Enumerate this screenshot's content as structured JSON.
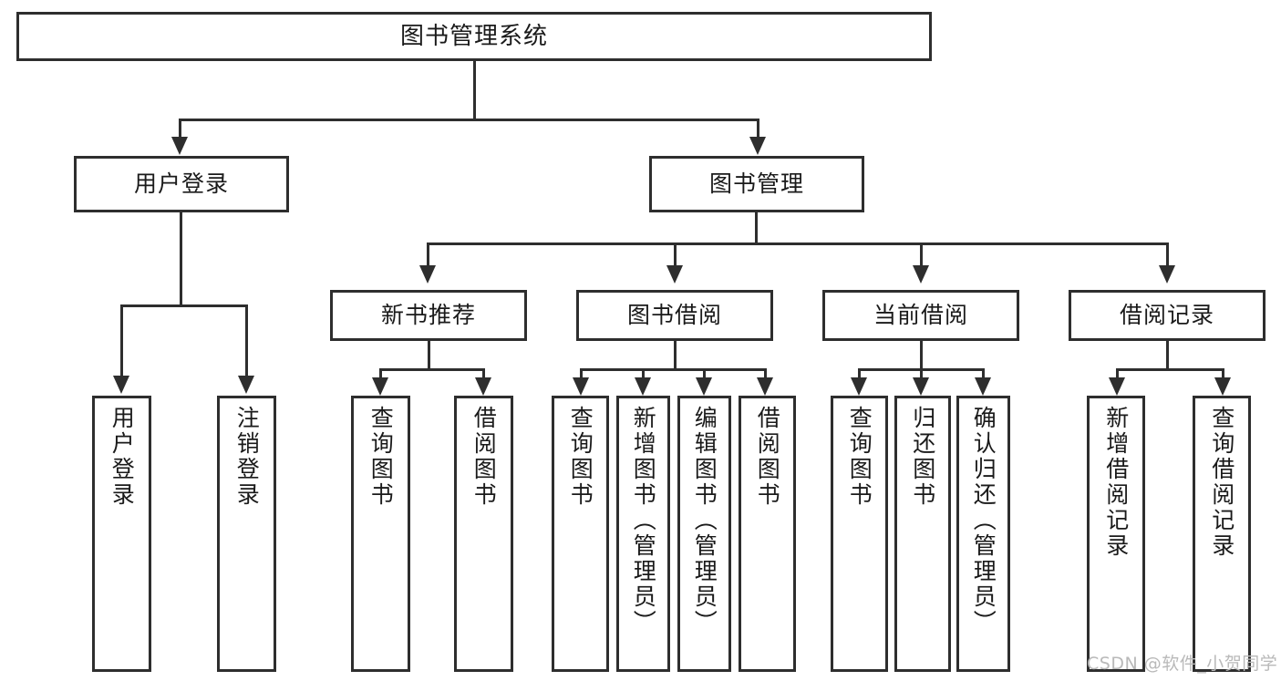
{
  "diagram": {
    "title": "图书管理系统",
    "type": "hierarchy-tree",
    "root": {
      "label": "图书管理系统"
    },
    "level2": [
      {
        "label": "用户登录"
      },
      {
        "label": "图书管理"
      }
    ],
    "level3": [
      {
        "label": "新书推荐"
      },
      {
        "label": "图书借阅"
      },
      {
        "label": "当前借阅"
      },
      {
        "label": "借阅记录"
      }
    ],
    "leaves": {
      "user_login": [
        {
          "label": "用户登录"
        },
        {
          "label": "注销登录"
        }
      ],
      "new_book_recommend": [
        {
          "label": "查询图书"
        },
        {
          "label": "借阅图书"
        }
      ],
      "book_borrow": [
        {
          "label": "查询图书"
        },
        {
          "label": "新增图书（管理员）"
        },
        {
          "label": "编辑图书（管理员）"
        },
        {
          "label": "借阅图书"
        }
      ],
      "current_borrow": [
        {
          "label": "查询图书"
        },
        {
          "label": "归还图书"
        },
        {
          "label": "确认归还（管理员）"
        }
      ],
      "borrow_record": [
        {
          "label": "新增借阅记录"
        },
        {
          "label": "查询借阅记录"
        }
      ]
    }
  },
  "watermark": {
    "text": "CSDN @软件_小贺同学"
  },
  "colors": {
    "stroke": "#2e2e2e",
    "background": "#ffffff",
    "text": "#1a1a1a",
    "watermark": "#b9b9b9"
  }
}
